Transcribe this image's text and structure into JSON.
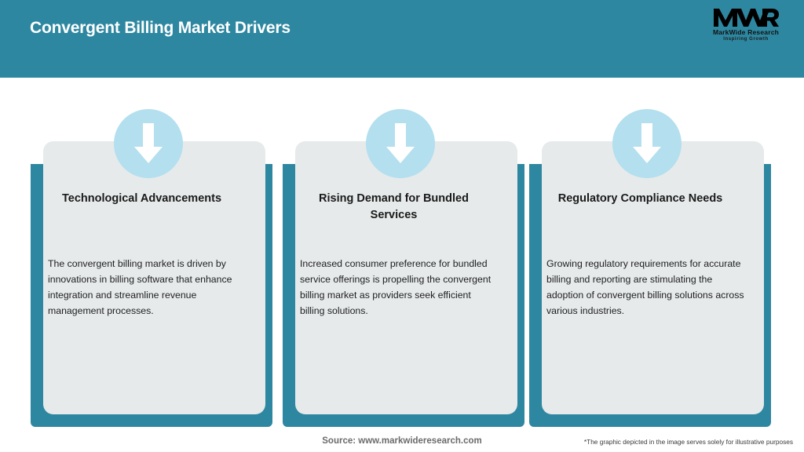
{
  "header": {
    "title": "Convergent Billing Market Drivers",
    "background_color": "#2e87a0",
    "title_color": "#ffffff"
  },
  "logo": {
    "mark": "MWR",
    "name": "MarkWide Research",
    "tagline": "Inspiring Growth"
  },
  "theme": {
    "accent": "#2e87a0",
    "card_background": "#e6eaeb",
    "icon_circle": "#b3dfee",
    "arrow_color": "#ffffff",
    "body_text": "#1e1e1e"
  },
  "cards": [
    {
      "icon": "arrow-down-icon",
      "title": "Technological Advancements",
      "body": "The convergent billing market is driven by innovations in billing software that enhance integration and streamline revenue management processes."
    },
    {
      "icon": "arrow-down-icon",
      "title": "Rising Demand for Bundled Services",
      "body": "Increased consumer preference for bundled service offerings is propelling the convergent billing market as providers seek efficient billing solutions."
    },
    {
      "icon": "arrow-down-icon",
      "title": "Regulatory Compliance Needs",
      "body": "Growing regulatory requirements for accurate billing and reporting are stimulating the adoption of convergent billing solutions across various industries."
    }
  ],
  "footer": {
    "source": "Source: www.markwideresearch.com",
    "disclaimer": "*The graphic depicted in the image serves solely for illustrative purposes"
  }
}
